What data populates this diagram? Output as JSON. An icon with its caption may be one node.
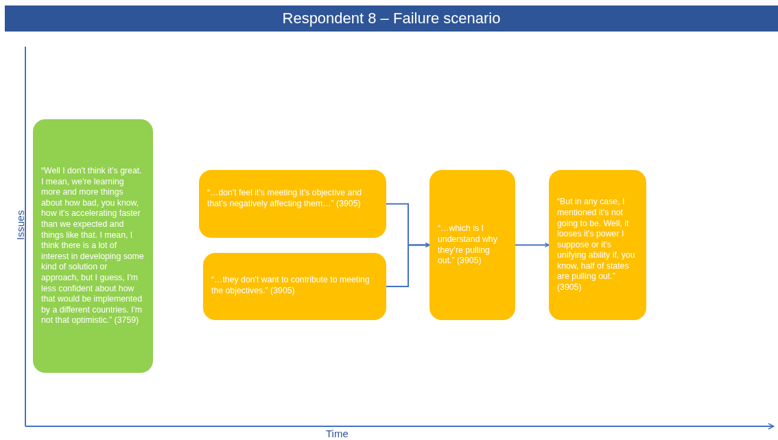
{
  "diagram": {
    "title": "Respondent 8 – Failure scenario",
    "nodes": [
      {
        "text": [
          "“Well I don't think it's great. I mean, we're learning more and more things about how bad, you know, how it's accelerating faster than we expected and things like that. I mean, I think there is a lot of interest in developing some kind of solution or approach, but I guess, I'm less confident about how that would be implemented by a different countries. I'm not that optimistic.” (3759)"
        ]
      },
      {
        "text": [
          "“…don't feel it's meeting it's objective and that's negatively affecting them…” (3905)"
        ]
      },
      {
        "text": [
          "“…they don't want to contribute to meeting the objectives.” (3905)"
        ]
      },
      {
        "text": [
          "“…which is I understand why they’re pulling out.” (3905)"
        ]
      },
      {
        "text": [
          "“But in any case, I mentioned it's not going to be. Well, it looses it's power I suppose or it's unifying ability if, you know, half of states are pulling out.” (3905)"
        ]
      }
    ],
    "edges": [
      {
        "from": 1,
        "to": 3,
        "arrow": "to"
      },
      {
        "from": 2,
        "to": 3,
        "arrow": "to"
      },
      {
        "from": 3,
        "to": 4,
        "arrow": "to"
      }
    ],
    "labels": [
      "Issues",
      "Time"
    ]
  }
}
